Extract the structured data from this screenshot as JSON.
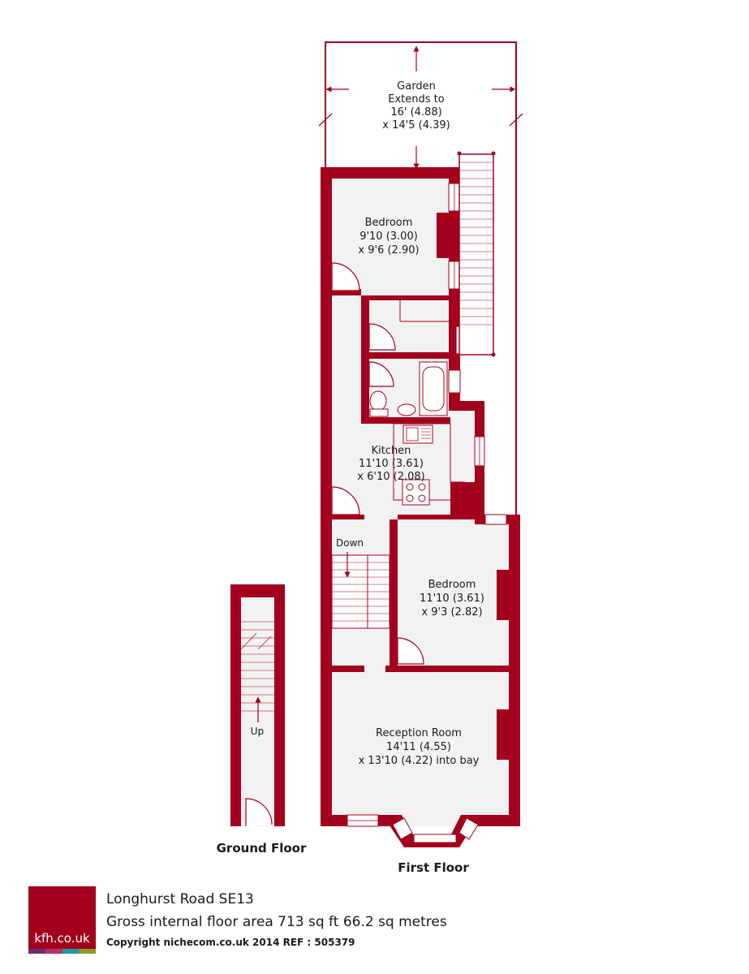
{
  "colors": {
    "wall": "#a2001d",
    "floor": "#f2f2f2",
    "text": "#1a1a1a"
  },
  "rooms": {
    "garden": {
      "l1": "Garden",
      "l2": "Extends to",
      "l3": "16' (4.88)",
      "l4": "x 14'5 (4.39)"
    },
    "bedroom1": {
      "l1": "Bedroom",
      "l2": "9'10 (3.00)",
      "l3": "x 9'6 (2.90)"
    },
    "kitchen": {
      "l1": "Kitchen",
      "l2": "11'10 (3.61)",
      "l3": "x 6'10 (2.08)"
    },
    "bedroom2": {
      "l1": "Bedroom",
      "l2": "11'10 (3.61)",
      "l3": "x 9'3 (2.82)"
    },
    "reception": {
      "l1": "Reception Room",
      "l2": "14'11 (4.55)",
      "l3": "x 13'10 (4.22) into bay"
    }
  },
  "stairs": {
    "down": "Down",
    "up": "Up"
  },
  "floors": {
    "ground": "Ground Floor",
    "first": "First Floor"
  },
  "footer": {
    "logo_text": "kfh.co.uk",
    "logo_stripe": [
      "#6b2c6f",
      "#b5316a",
      "#1f9aa8",
      "#8a9a2c"
    ],
    "address": "Longhurst Road  SE13",
    "area": "Gross internal floor area 713 sq ft 66.2 sq metres",
    "copyright": "Copyright nichecom.co.uk 2014     REF : 505379"
  }
}
